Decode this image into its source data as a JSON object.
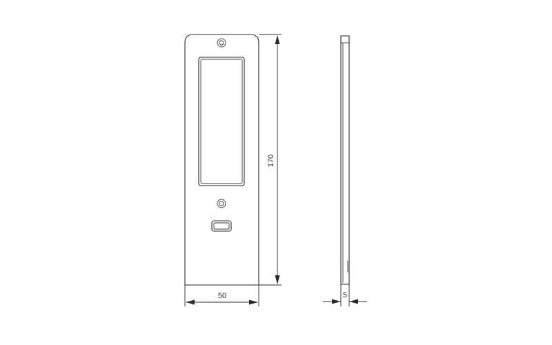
{
  "drawing": {
    "dimensions": {
      "height_label": "170",
      "width_label": "50",
      "thickness_label": "5"
    },
    "line_color": "#2a2a2a",
    "background": "#ffffff"
  }
}
